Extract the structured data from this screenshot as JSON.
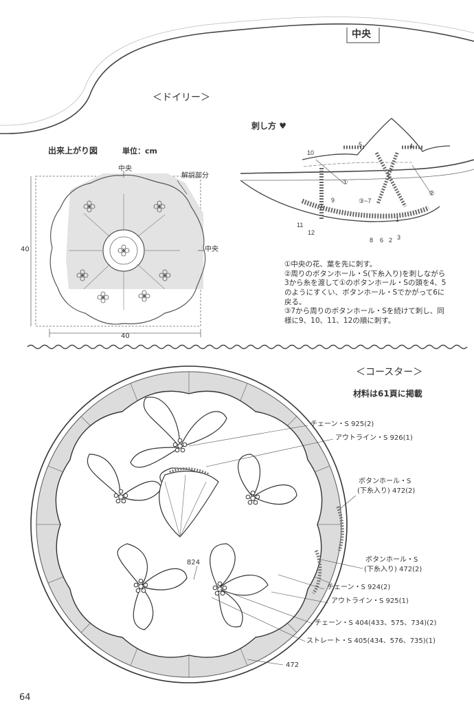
{
  "header": {
    "center_tab": "中央"
  },
  "doily": {
    "title": "＜ドイリー＞",
    "finished_title": "出来上がり図",
    "unit": "単位：cm",
    "top_label": "中央",
    "right_label": "中央",
    "explained_label": "解説部分",
    "dim_vertical": "40",
    "dim_horizontal": "40"
  },
  "stitch": {
    "title": "刺し方",
    "numbers": {
      "n1": "1",
      "n2": "2",
      "n3": "3",
      "n4": "4",
      "n5": "5",
      "n6": "6",
      "n8": "8",
      "n9": "9",
      "n10": "10",
      "n11": "11",
      "n12": "12"
    },
    "circ1": "①",
    "circ2": "②",
    "circ37": "③−7",
    "instructions": [
      "①中央の花、葉を先に刺す。",
      "②周りのボタンホール・S(下糸入り)を刺しながら3から糸を渡して①のボタンホール・Sの頭を4、5のようにすくい、ボタンホール・Sでかがって6に戻る。",
      "③7から周りのボタンホール・Sを続けて刺し、同様に9、10、11、12の順に刺す。"
    ]
  },
  "coaster": {
    "title": "＜コースター＞",
    "material_note": "材料は61頁に掲載",
    "labels": {
      "l1": "チェーン・S 925(2)",
      "l2": "アウトライン・S 926(1)",
      "l3a": "ボタンホール・S",
      "l3b": "(下糸入り) 472(2)",
      "l4a": "ボタンホール・S",
      "l4b": "(下糸入り) 472(2)",
      "l5": "チェーン・S 924(2)",
      "l6": "アウトライン・S 925(1)",
      "l7": "チェーン・S 404(433、575、734)(2)",
      "l8": "ストレート・S 405(434、576、735)(1)",
      "l9": "824",
      "l10": "472"
    }
  },
  "page_number": "64"
}
